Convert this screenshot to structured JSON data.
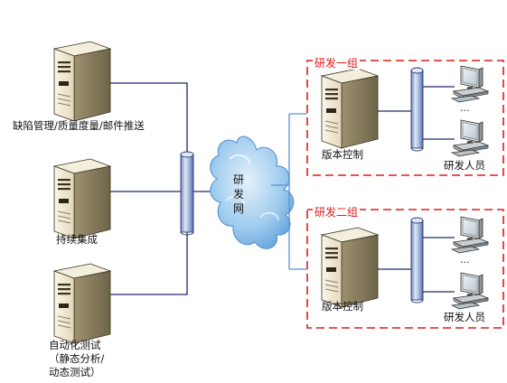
{
  "left_servers": {
    "defect_label": "缺陷管理/质量度量/邮件推送",
    "ci_label": "持续集成",
    "autotest_label_1": "自动化测试",
    "autotest_label_2": "（静态分析/",
    "autotest_label_3": "动态测试）"
  },
  "network": {
    "line1": "研",
    "line2": "发",
    "line3": "网"
  },
  "group1": {
    "title": "研发一组",
    "server_label": "版本控制",
    "clients_label": "研发人员",
    "ellipsis": "..."
  },
  "group2": {
    "title": "研发二组",
    "server_label": "版本控制",
    "clients_label": "研发人员",
    "ellipsis": "..."
  },
  "colors": {
    "group_border": "#e01b1b",
    "backbone": "#1e2a6b",
    "network_link": "#5b8fd6",
    "cloud": "#7fb6e6"
  }
}
